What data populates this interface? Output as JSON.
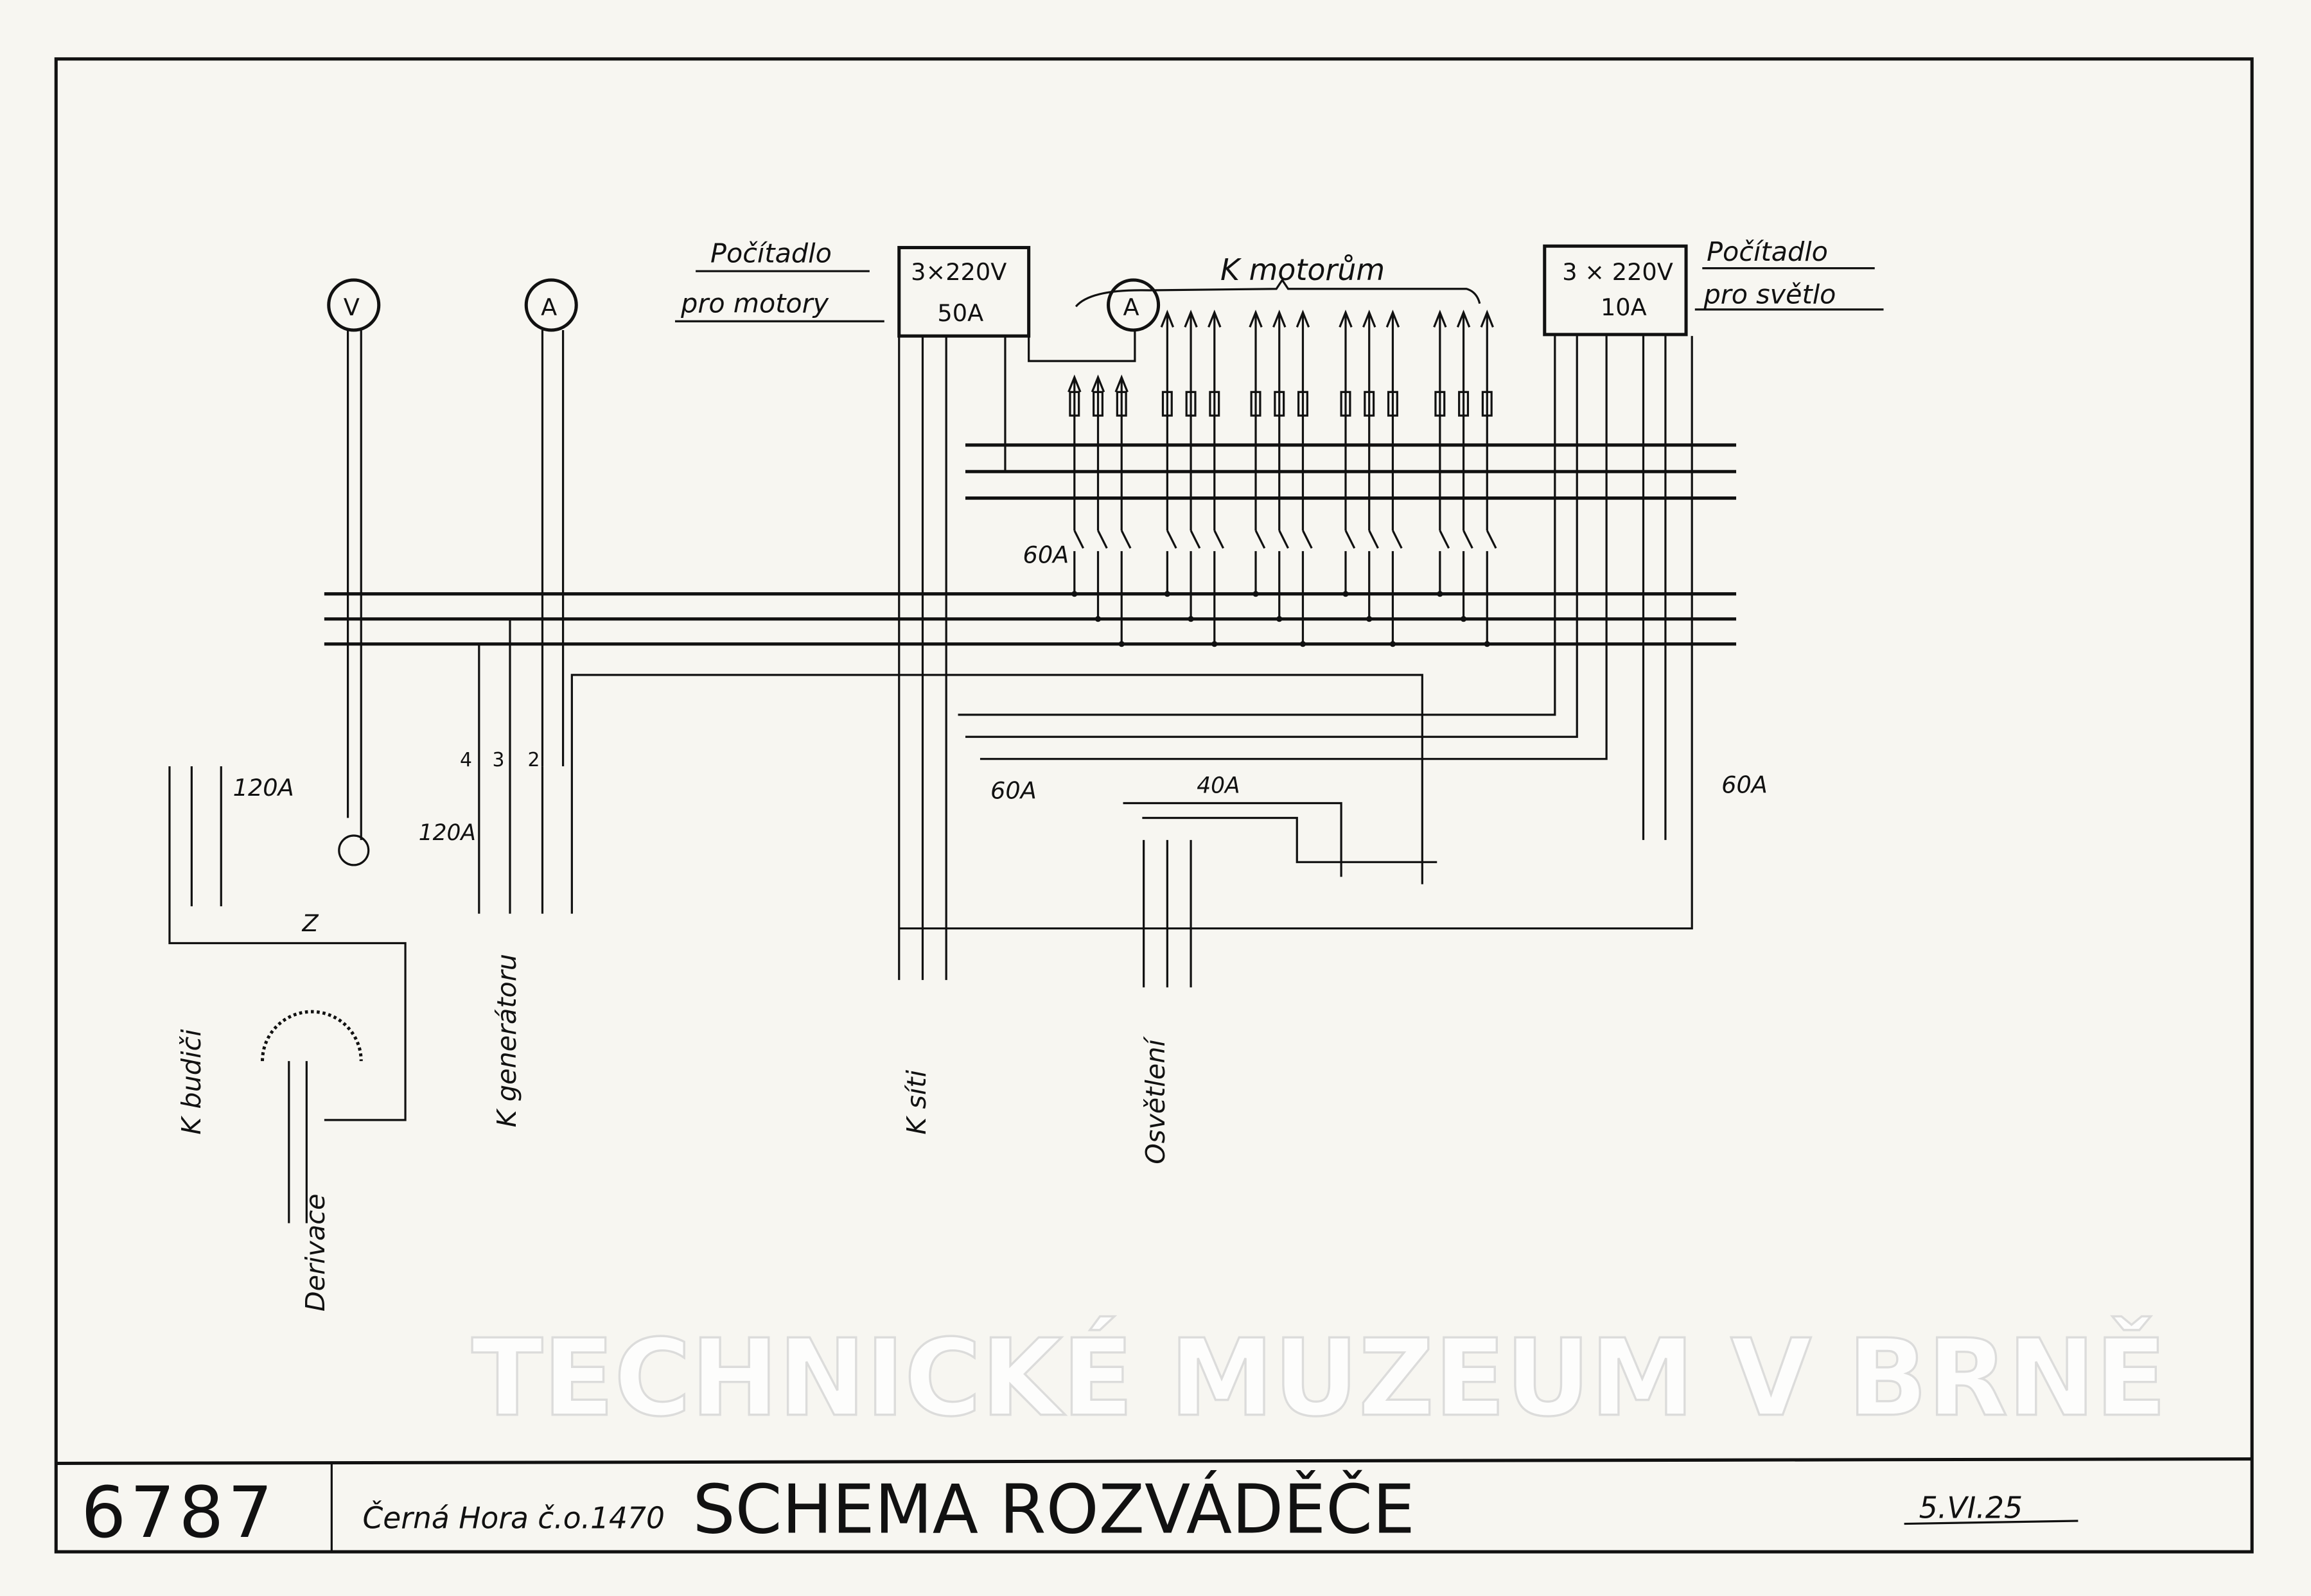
{
  "title_block": {
    "drawing_number": "6787",
    "location": "Černá Hora č.o.1470",
    "title": "SCHEMA ROZVÁDĚČE",
    "date": "5.VI.25"
  },
  "meters": {
    "voltmeter": "V",
    "ammeter": "A",
    "motor_ammeter": "A"
  },
  "counter_motors": {
    "label_line1": "Počítadlo",
    "label_line2": "pro motory",
    "rating_line1": "3×220V",
    "rating_line2": "50A"
  },
  "counter_light": {
    "label_line1": "Počítadlo",
    "label_line2": "pro světlo",
    "rating_line1": "3 × 220V",
    "rating_line2": "10A"
  },
  "labels": {
    "to_motors": "K motorům",
    "motor_switch_rating": "60A",
    "exciter_switch_rating": "120A",
    "selector_rating": "120A",
    "grid_switch_rating": "60A",
    "lighting_switch_rating": "40A",
    "light_out_switch_rating": "60A",
    "to_exciter": "K budiči",
    "to_generator": "K generátoru",
    "to_grid": "K síti",
    "lighting": "Osvětlení",
    "shunt": "Derivace",
    "ground": "Z",
    "gen_terminal_4": "4",
    "gen_terminal_3": "3",
    "gen_terminal_2": "2"
  },
  "watermark": "TECHNICKÉ MUZEUM V BRNĚ"
}
